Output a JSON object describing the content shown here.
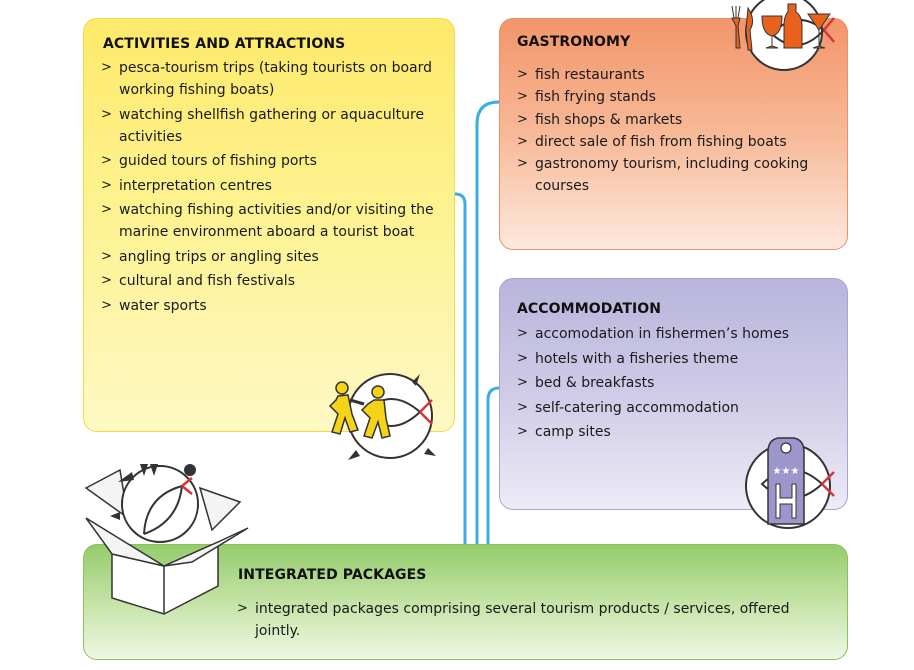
{
  "activities": {
    "title": "ACTIVITIES AND ATTRACTIONS",
    "items": [
      "pesca-tourism trips (taking tourists on board working fishing boats)",
      "watching shellfish gathering or aquaculture activities",
      "guided tours of fishing ports",
      "interpretation centres",
      "watching fishing activities and/or visiting the marine environment aboard a tourist boat",
      "angling trips or angling sites",
      "cultural and fish festivals",
      "water sports"
    ],
    "color": "#fde96a"
  },
  "gastronomy": {
    "title": "GASTRONOMY",
    "items": [
      "fish restaurants",
      "fish frying stands",
      "fish shops & markets",
      "direct sale of fish from fishing boats",
      "gastronomy tourism, including cooking courses"
    ],
    "color": "#f2956a"
  },
  "accommodation": {
    "title": "ACCOMMODATION",
    "items": [
      "accomodation in fishermen’s homes",
      "hotels with a fisheries theme",
      "bed & breakfasts",
      "self-catering accommodation",
      "camp sites"
    ],
    "color": "#b9b5dc"
  },
  "packages": {
    "title": "INTEGRATED PACKAGES",
    "items": [
      "integrated packages comprising several tourism products / services, offered jointly."
    ],
    "color": "#94cc6b"
  },
  "connector_color": "#3aaee0",
  "icons": [
    "dancers-fish-icon",
    "cutlery-glasses-fish-icon",
    "hotel-door-hanger-fish-icon",
    "box-fish-icon"
  ]
}
